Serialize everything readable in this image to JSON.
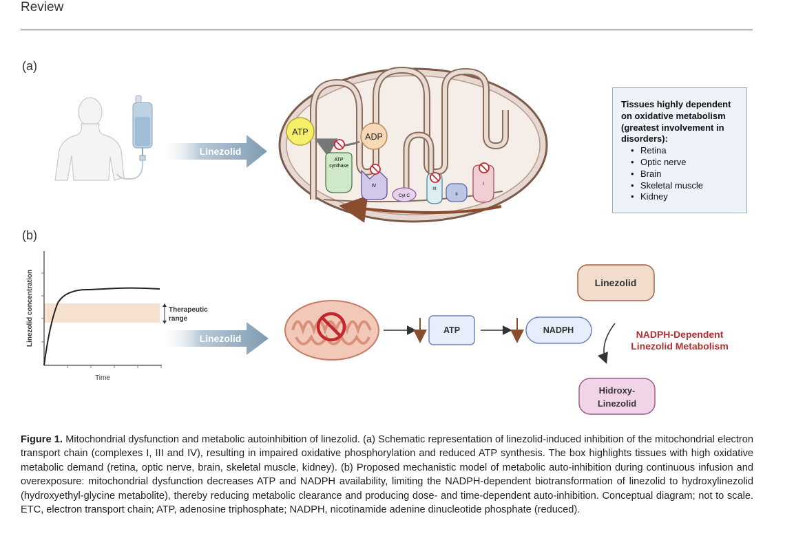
{
  "header": {
    "label": "Review"
  },
  "panel_a": {
    "label": "(a)",
    "arrow_label": "Linezolid",
    "atp_label": "ATP",
    "adp_label": "ADP",
    "atp_synthase_line1": "ATP",
    "atp_synthase_line2": "synthase",
    "complex_iv": "IV",
    "cyt_c": "Cyt C",
    "complex_iii": "III",
    "complex_ii": "II",
    "complex_i": "I",
    "tissue_box": {
      "title_line1": "Tissues highly dependent",
      "title_line2": "on oxidative metabolism",
      "title_line3": "(greatest involvement in",
      "title_line4": "disorders):",
      "items": [
        "Retina",
        "Optic nerve",
        "Brain",
        "Skeletal muscle",
        "Kidney"
      ]
    }
  },
  "panel_b": {
    "label": "(b)",
    "y_axis_label": "Linezolid concentration",
    "x_axis_label": "Time",
    "therapeutic_line1": "Therapeutic",
    "therapeutic_line2": "range",
    "arrow_label": "Linezolid",
    "atp_label": "ATP",
    "nadph_label": "NADPH",
    "linezolid_box": "Linezolid",
    "metabolism_line1": "NADPH-Dependent",
    "metabolism_line2": "Linezolid Metabolism",
    "product_line1": "Hidroxy-",
    "product_line2": "Linezolid"
  },
  "caption": {
    "figure_label": "Figure 1.",
    "text": " Mitochondrial dysfunction and metabolic autoinhibition of linezolid. (a) Schematic representation of linezolid-induced inhibition of the mitochondrial electron transport chain (complexes I, III and IV), resulting in impaired oxidative phosphorylation and reduced ATP synthesis. The box highlights tissues with high oxidative metabolic demand (retina, optic nerve, brain, skeletal muscle, kidney). (b) Proposed mechanistic model of metabolic auto-inhibition during continuous infusion and overexposure: mitochondrial dysfunction decreases ATP and NADPH availability, limiting the NADPH-dependent biotransformation of linezolid to hydroxylinezolid (hydroxyethyl-glycine metabolite), thereby reducing metabolic clearance and producing dose- and time-dependent auto-inhibition. Conceptual diagram; not to scale. ETC, electron transport chain; ATP, adenosine triphosphate; NADPH, nicotinamide adenine dinucleotide phosphate (reduced)."
  },
  "colors": {
    "mito_outer": "#e7d9d1",
    "mito_stroke": "#7a5a4b",
    "arrow_fill": "#8fa9bd",
    "inhibit_red": "#c1272d",
    "linezolid_box": "#f2dccb",
    "metabolism_text": "#b3302f",
    "product_box": "#f1d4e8",
    "molecule_box": "#e7eefb",
    "therapeutic_band": "#f7e2cf"
  }
}
